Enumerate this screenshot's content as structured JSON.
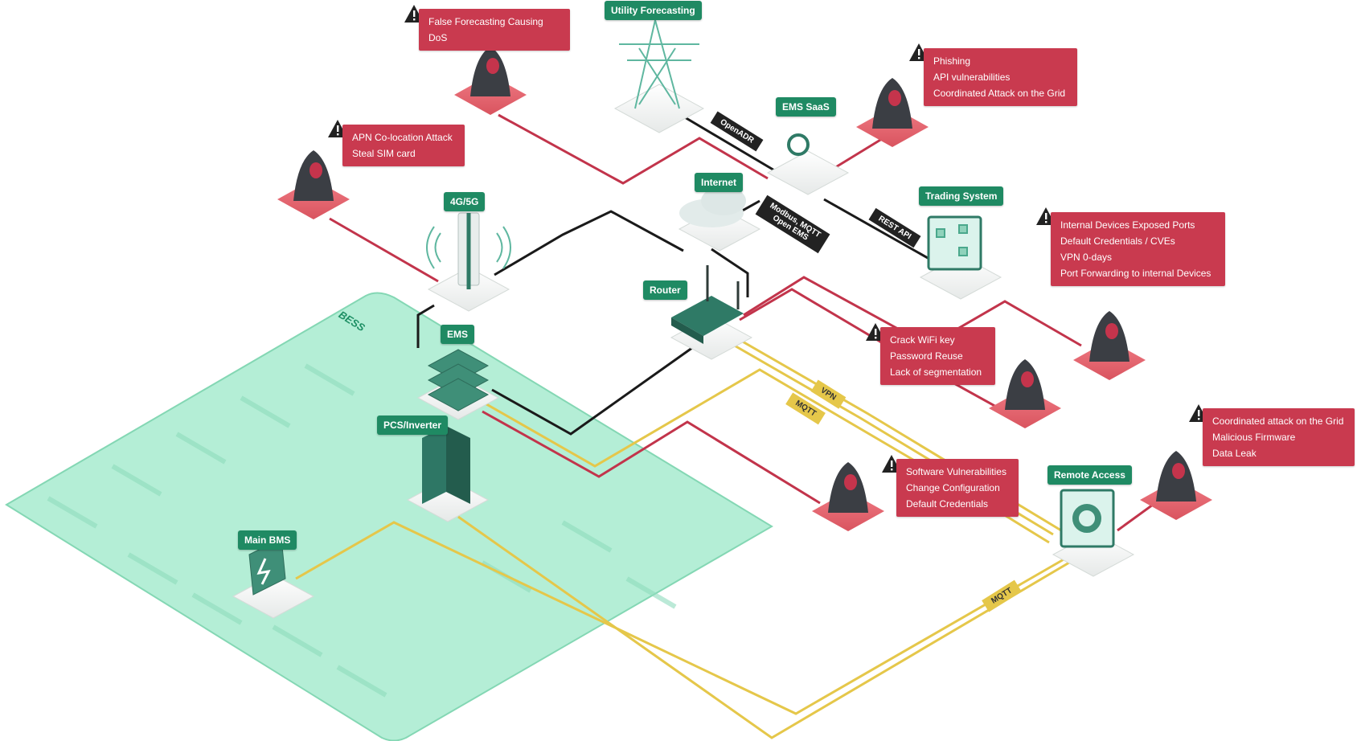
{
  "nodes": {
    "utility_forecasting": "Utility Forecasting",
    "ems_saas": "EMS SaaS",
    "internet": "Internet",
    "trading_system": "Trading System",
    "cellular": "4G/5G",
    "router": "Router",
    "ems": "EMS",
    "pcs_inverter": "PCS/Inverter",
    "main_bms": "Main BMS",
    "remote_access": "Remote Access",
    "bess": "BESS"
  },
  "links": {
    "openadr": "OpenADR",
    "modbus": "Modbus, MQTT\nOpen EMS",
    "rest_api": "REST API",
    "vpn": "VPN",
    "mqtt_1": "MQTT",
    "mqtt_2": "MQTT"
  },
  "threats": {
    "dos": [
      "False Forecasting Causing DoS"
    ],
    "saas": [
      "Phishing",
      "API vulnerabilities",
      "Coordinated Attack on the Grid"
    ],
    "apn": [
      "APN Co-location Attack",
      "Steal SIM card"
    ],
    "ports": [
      "Internal Devices Exposed Ports",
      "Default Credentials / CVEs",
      "VPN 0-days",
      "Port Forwarding to internal Devices"
    ],
    "wifi": [
      "Crack WiFi key",
      "Password Reuse",
      "Lack of segmentation"
    ],
    "software": [
      "Software Vulnerabilities",
      "Change Configuration",
      "Default Credentials"
    ],
    "grid": [
      "Coordinated attack on the Grid",
      "Malicious Firmware",
      "Data Leak"
    ]
  },
  "colors": {
    "node_label": "#1f8a63",
    "threat": "#c93a4f",
    "attack_line": "#c2344b",
    "data_line": "#1a1a1a",
    "field_line": "#e5c74a",
    "bess_zone": "#a8ecd0"
  }
}
